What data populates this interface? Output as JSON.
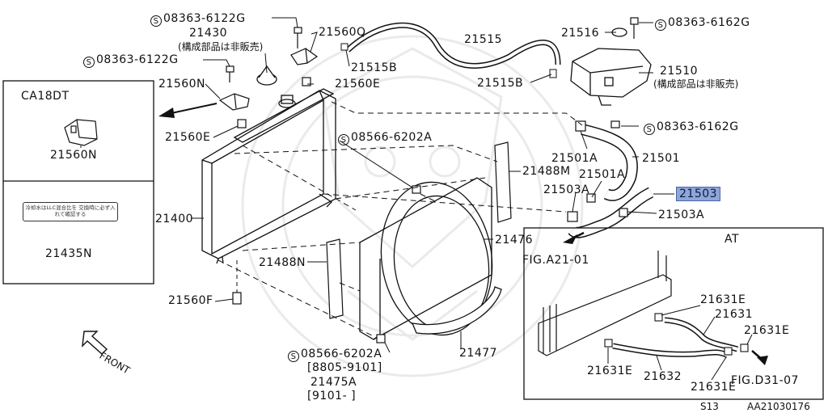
{
  "labels": {
    "p_0836361226_top": "08363-6122G",
    "p_21430": "21430",
    "p_21430_note": "(構成部品は非販売)",
    "p_21560q": "21560Q",
    "p_21515": "21515",
    "p_21516": "21516",
    "p_0836361626_top": "08363-6162G",
    "p_0836361226_left": "08363-6122G",
    "p_21515b_a": "21515B",
    "p_21515b_b": "21515B",
    "p_21510": "21510",
    "p_21510_note": "(構成部品は非販売)",
    "p_21560n": "21560N",
    "p_21560e_a": "21560E",
    "p_21560e_b": "21560E",
    "p_0836361626_mid": "08363-6162G",
    "p_0856662026_top": "08566-6202A",
    "p_21501a_a": "21501A",
    "p_21501": "21501",
    "p_21488m": "21488M",
    "p_21501a_b": "21501A",
    "p_21503a_a": "21503A",
    "p_21503": "21503",
    "p_21503a_b": "21503A",
    "p_21400": "21400",
    "p_21476": "21476",
    "p_fig_a21": "FIG.A21-01",
    "p_21488n": "21488N",
    "p_21560f": "21560F",
    "p_21477": "21477",
    "p_0856662026_bot": "08566-6202A",
    "p_range1": "[8805-9101]",
    "p_21475a": "21475A",
    "p_range2": "[9101-      ]",
    "p_front": "FRONT",
    "p_21631e_a": "21631E",
    "p_21631": "21631",
    "p_21631e_b": "21631E",
    "p_21631e_c": "21631E",
    "p_21632": "21632",
    "p_21631e_d": "21631E",
    "p_fig_d31": "FIG.D31-07",
    "p_21560n_inset": "21560N",
    "p_21435n": "21435N",
    "code_s13": "S13",
    "code_drawing": "AA21030176",
    "s_mark": "S"
  },
  "insets": {
    "ca18dt_title": "CA18DT",
    "at_title": "AT",
    "note_text": "冷却水はLLC混合比を 交換時に必ず入れて確認する"
  },
  "highlight": {
    "part": "21503",
    "color": "#8ea6d8"
  }
}
